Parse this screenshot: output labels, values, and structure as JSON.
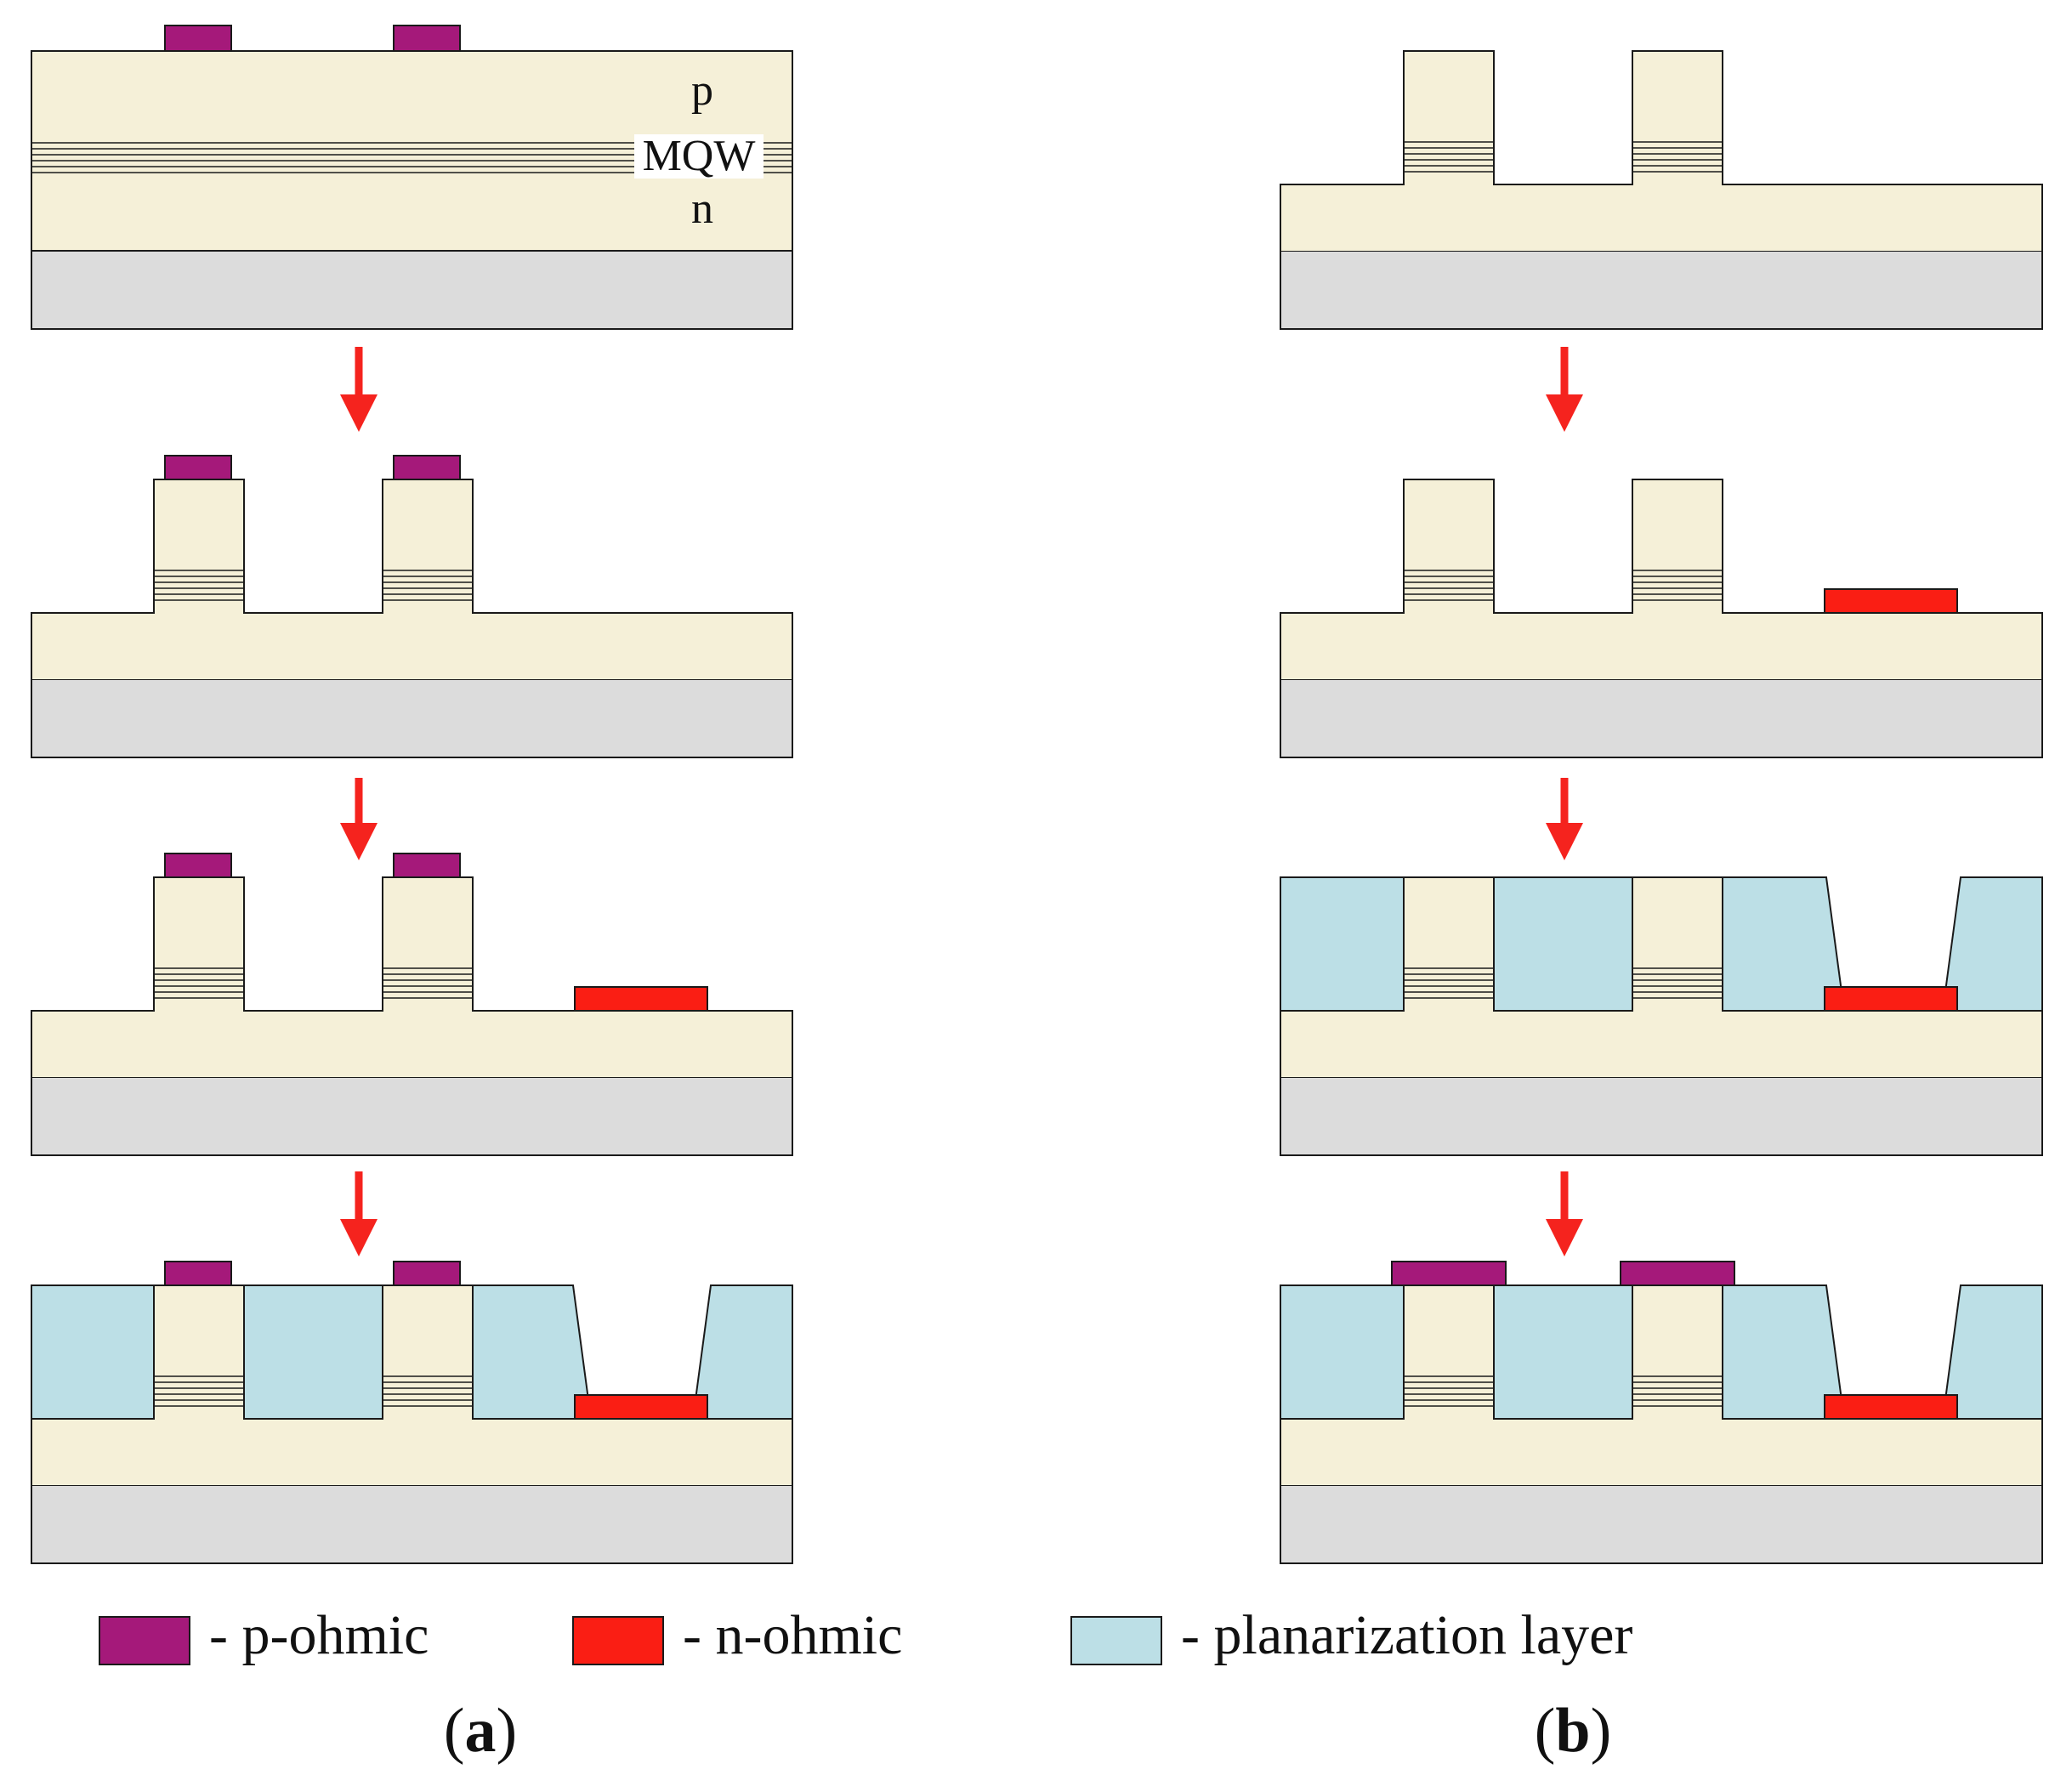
{
  "colors": {
    "semiconductor": "#f5f0d8",
    "substrate": "#dcdcdc",
    "p_ohmic": "#a5197a",
    "n_ohmic": "#fa1e14",
    "planarization": "#bcdfe6",
    "arrow": "#f5231e",
    "outline": "#1a1a1a"
  },
  "layer_labels": {
    "p": "p",
    "mqw": "MQW",
    "n": "n"
  },
  "legend": [
    {
      "key": "p_ohmic",
      "label": "- p-ohmic"
    },
    {
      "key": "n_ohmic",
      "label": "- n-ohmic"
    },
    {
      "key": "planarization",
      "label": "- planarization layer"
    }
  ],
  "panels": [
    {
      "id": "a",
      "label_open": "(",
      "label_letter": "a",
      "label_close": ")",
      "steps": 4
    },
    {
      "id": "b",
      "label_open": "(",
      "label_letter": "b",
      "label_close": ")",
      "steps": 4
    }
  ]
}
